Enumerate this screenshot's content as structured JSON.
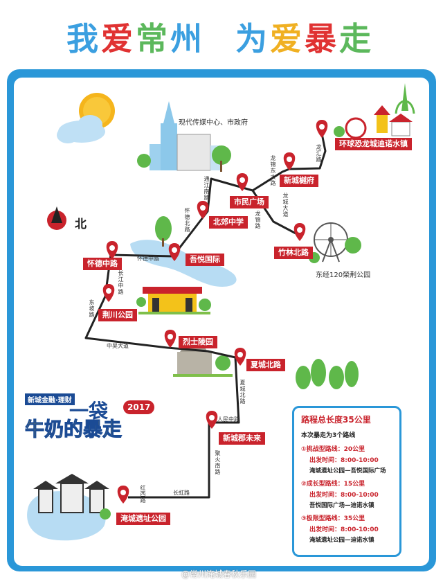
{
  "title": {
    "chars": [
      {
        "t": "我",
        "c": "#3b9fe0"
      },
      {
        "t": "爱",
        "c": "#e03232"
      },
      {
        "t": "常",
        "c": "#5cb85c"
      },
      {
        "t": "州",
        "c": "#3b9fe0"
      },
      {
        "t": "为",
        "c": "#3b9fe0"
      },
      {
        "t": "爱",
        "c": "#f0b022"
      },
      {
        "t": "暴",
        "c": "#e03232"
      },
      {
        "t": "走",
        "c": "#5cb85c"
      }
    ]
  },
  "north_label": "北",
  "landmarks": {
    "media_center": "现代传媒中心、市政府",
    "dongjing_park": "东经120榮荆公园"
  },
  "stops": {
    "huanqiu": "环球恐龙城迪诺水镇",
    "xincheng_fu": "新城樾府",
    "shimin": "市民广场",
    "bjiao": "北郊中学",
    "zhulin": "竹林北路",
    "wuyue": "吾悦国际",
    "huaide": "怀德中路",
    "jingchuan": "荆川公园",
    "lieshi": "烈士陵园",
    "xiacheng": "夏城北路",
    "xinchengjun": "新城郡未来",
    "yancheng": "淹城遗址公园"
  },
  "roads": {
    "tongjiang": "通江南路",
    "huaide_n": "怀德北路",
    "longjin": "龙锦路",
    "longcheng": "龙城大道",
    "huaide_road": "怀德中路",
    "changjiang": "长江中路",
    "dongpo": "东坡路",
    "zhongwu": "中吴大道",
    "xiacheng_road": "夏城北路",
    "renmin": "人民中路",
    "juhuo": "聚火南路",
    "changhong": "长虹路",
    "hongxi": "红西路",
    "longhui": "龙汇路",
    "longjin_east": "龙锦东大路"
  },
  "promo": {
    "brand": "新城金融·理财",
    "yi_dai": "一袋",
    "year": "2017",
    "main": "牛奶的暴走"
  },
  "info": {
    "heading": "路程总长度35公里",
    "sub": "本次暴走为3个路线",
    "routes": [
      {
        "name": "①挑战型路线：20公里",
        "time": "出发时间：8:00-10:00",
        "path": "淹城遗址公园—吾悦国际广场"
      },
      {
        "name": "②成长型路线：15公里",
        "time": "出发时间：8:00-10:00",
        "path": "吾悦国际广场—迪诺水镇"
      },
      {
        "name": "③极限型路线：35公里",
        "time": "出发时间：8:00-10:00",
        "path": "淹城遗址公园—迪诺水镇"
      }
    ]
  },
  "watermark": "@常州淹城春秋乐园",
  "colors": {
    "frame": "#2a97d8",
    "pin": "#c9232c",
    "route": "#222222",
    "tree": "#5fb84a"
  }
}
